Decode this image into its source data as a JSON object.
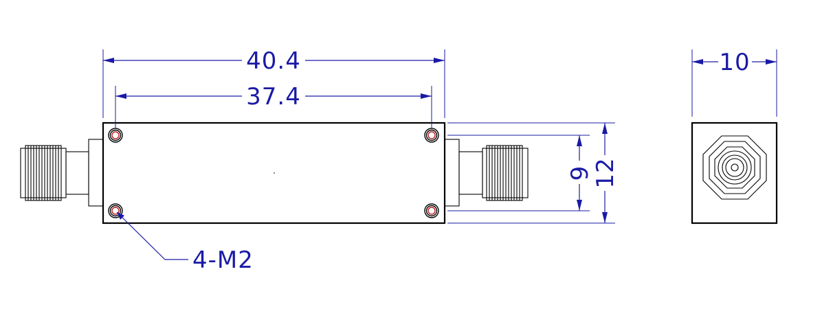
{
  "dimensions": {
    "overall_length": "40.4",
    "hole_spacing_length": "37.4",
    "hole_spacing_height": "9",
    "overall_height": "12",
    "width": "10"
  },
  "callout": {
    "holes": "4-M2"
  },
  "colors": {
    "dimension": "#1a1aa6",
    "outline": "#000000",
    "hole_center": "#b00000"
  }
}
